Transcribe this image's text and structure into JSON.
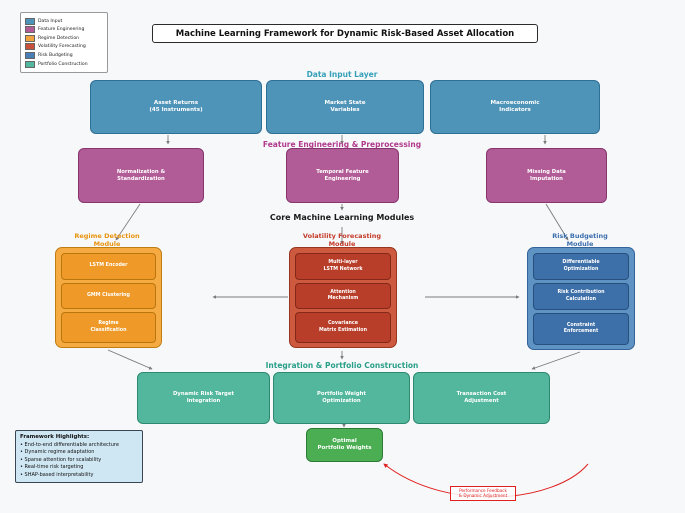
{
  "title": "Machine Learning Framework for Dynamic Risk-Based Asset Allocation",
  "legend": {
    "items": [
      {
        "label": "Data Input",
        "color": "#4e93b8"
      },
      {
        "label": "Feature Engineering",
        "color": "#b25c97"
      },
      {
        "label": "Regime Detection",
        "color": "#f0a23c"
      },
      {
        "label": "Volatility Forecasting",
        "color": "#c8503a"
      },
      {
        "label": "Risk Budgeting",
        "color": "#4a7fb5"
      },
      {
        "label": "Portfolio Construction",
        "color": "#52b79c"
      }
    ]
  },
  "data_input": {
    "header": "Data Input Layer",
    "boxes": [
      "Asset Returns\n(45 Instruments)",
      "Market State\nVariables",
      "Macroeconomic\nIndicators"
    ]
  },
  "feature_engineering": {
    "header": "Feature Engineering & Preprocessing",
    "boxes": [
      "Normalization &\nStandardization",
      "Temporal Feature\nEngineering",
      "Missing Data\nImputation"
    ]
  },
  "core": {
    "header": "Core Machine Learning Modules",
    "regime": {
      "header": "Regime Detection\nModule",
      "items": [
        "LSTM Encoder",
        "GMM Clustering",
        "Regime\nClassification"
      ]
    },
    "volatility": {
      "header": "Volatility Forecasting\nModule",
      "items": [
        "Multi-layer\nLSTM Network",
        "Attention\nMechanism",
        "Covariance\nMatrix Estimation"
      ]
    },
    "risk": {
      "header": "Risk Budgeting\nModule",
      "items": [
        "Differentiable\nOptimization",
        "Risk Contribution\nCalculation",
        "Constraint\nEnforcement"
      ]
    }
  },
  "integration": {
    "header": "Integration & Portfolio Construction",
    "boxes": [
      "Dynamic Risk Target\nIntegration",
      "Portfolio Weight\nOptimization",
      "Transaction Cost\nAdjustment"
    ]
  },
  "output": {
    "label": "Optimal\nPortfolio Weights",
    "color": "#4cae52"
  },
  "highlights": {
    "title": "Framework Highlights:",
    "items": [
      "• End-to-end differentiable architecture",
      "• Dynamic regime adaptation",
      "• Sparse attention for scalability",
      "• Real-time risk targeting",
      "• SHAP-based interpretability"
    ]
  },
  "feedback": {
    "label": "Performance Feedback\n& Dynamic Adjustment",
    "color": "#e02020"
  }
}
